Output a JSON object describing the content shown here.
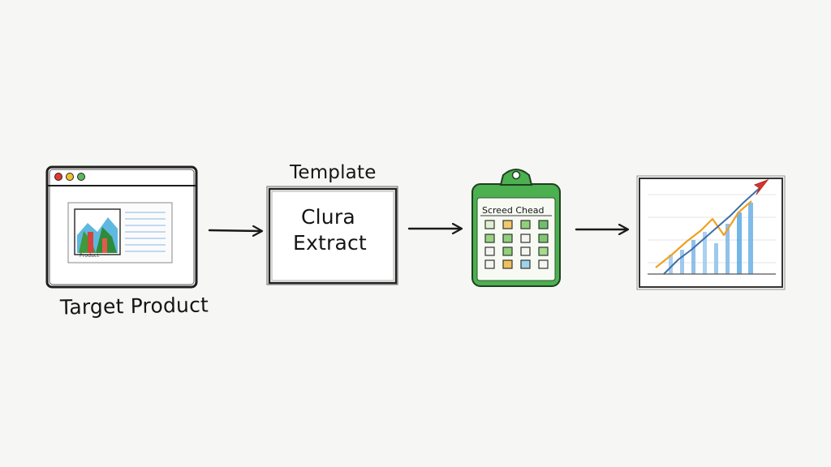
{
  "steps": [
    {
      "label": "Target Product",
      "icon": "browser-window-icon",
      "caption": "Product"
    },
    {
      "label": "Template",
      "lines": [
        "Clura",
        "Extract"
      ]
    },
    {
      "label": "Screed Chead",
      "icon": "clipboard-spreadsheet-icon"
    },
    {
      "icon": "growth-chart-icon"
    }
  ],
  "colors": {
    "ink": "#1a1a1a",
    "clipboard_green": "#4caf50",
    "chart_blue": "#5aa9e6",
    "chart_orange": "#f0a020",
    "chart_red": "#d9352b"
  }
}
